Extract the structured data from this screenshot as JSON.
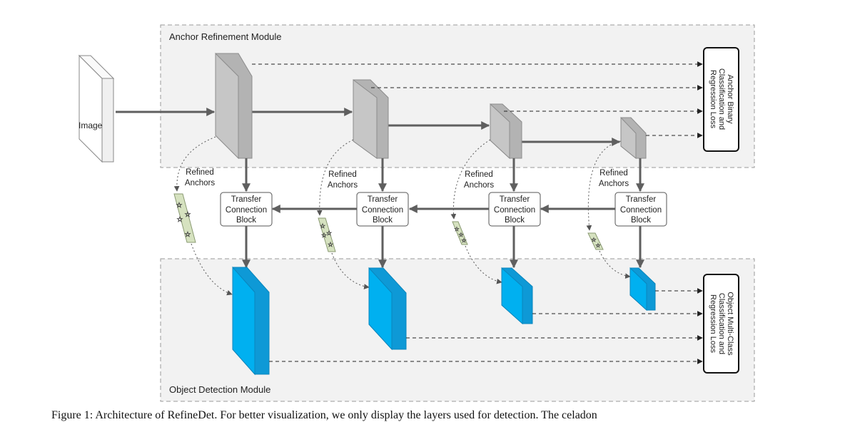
{
  "modules": {
    "anchor_refinement": "Anchor Refinement Module",
    "object_detection": "Object Detection Module"
  },
  "input_label": "Image",
  "refined_anchors_label": [
    "Refined",
    "Anchors"
  ],
  "tcb_label": [
    "Transfer",
    "Connection",
    "Block"
  ],
  "losses": {
    "arm": [
      "Anchor Binary",
      "Classification and",
      "Regression Loss"
    ],
    "odm": [
      "Object Multi-Class",
      "Classification and",
      "Regression Loss"
    ]
  },
  "caption": "Figure 1: Architecture of RefineDet. For better visualization, we only display the layers used for detection. The celadon",
  "colors": {
    "arm_feature": "#c0c0c0",
    "odm_feature": "#00b0f0",
    "anchor_patch": "#d6e2c0"
  },
  "icons": {
    "anchor_marker": "star-icon"
  }
}
